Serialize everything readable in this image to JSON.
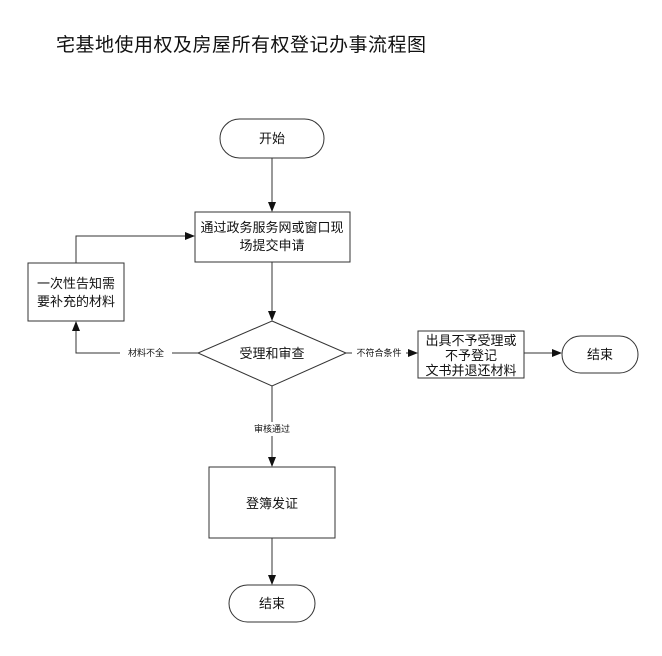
{
  "title": "宅基地使用权及房屋所有权登记办事流程图",
  "nodes": {
    "start": "开始",
    "apply": [
      "通过政务服务网或窗口现",
      "场提交申请"
    ],
    "review": "受理和审查",
    "supplement": [
      "一次性告知需",
      "要补充的材料"
    ],
    "reject": [
      "出具不予受理或",
      "不予登记",
      "文书并退还材料"
    ],
    "end_right": "结束",
    "register": "登簿发证",
    "end_bottom": "结束"
  },
  "edges": {
    "incomplete": "材料不全",
    "not_qualified": "不符合条件",
    "approved": "审核通过"
  },
  "colors": {
    "stroke": "#333333",
    "text": "#111111",
    "background": "#ffffff"
  }
}
